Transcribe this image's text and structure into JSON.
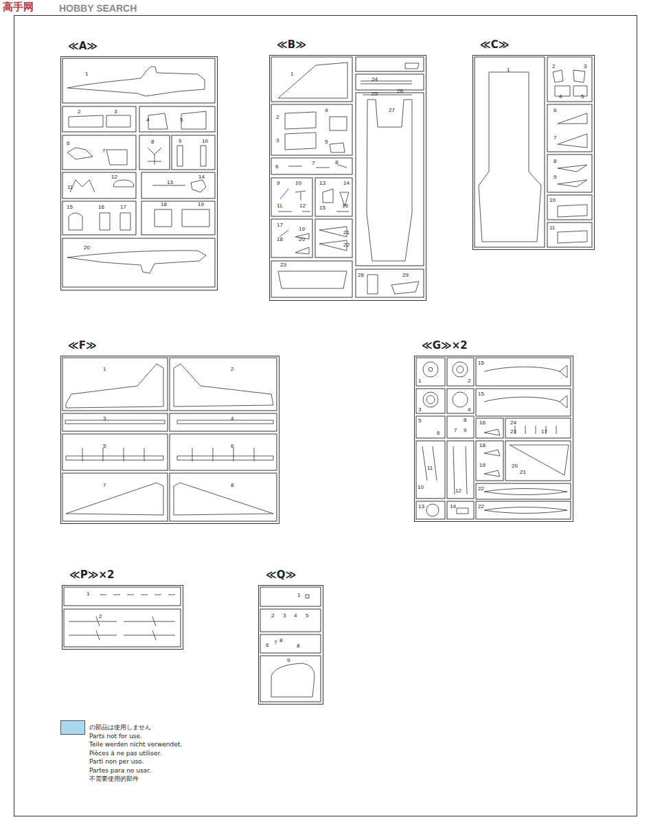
{
  "diagram": {
    "nodes": [
      {
        "text": [
          "≪A≫"
        ]
      },
      {
        "text": [
          "≪B≫"
        ]
      },
      {
        "text": [
          "≪C≫"
        ]
      },
      {
        "text": [
          "≪F≫"
        ]
      },
      {
        "text": [
          "≪G≫×2"
        ]
      },
      {
        "text": [
          "≪P≫×2"
        ]
      },
      {
        "text": [
          "≪Q≫"
        ]
      }
    ],
    "labels": [
      "HOBBY SEARCH",
      "高手网",
      "1",
      "2",
      "3",
      "4",
      "5",
      "6",
      "7",
      "8",
      "9",
      "10",
      "11",
      "12",
      "13",
      "14",
      "15",
      "16",
      "17",
      "18",
      "19",
      "20",
      "1",
      "2",
      "3",
      "4",
      "5",
      "6",
      "7",
      "8",
      "9",
      "10",
      "11",
      "12",
      "13",
      "14",
      "15",
      "16",
      "17",
      "18",
      "19",
      "20",
      "21",
      "22",
      "23",
      "24",
      "25",
      "26",
      "27",
      "28",
      "29",
      "1",
      "2",
      "3",
      "4",
      "5",
      "6",
      "7",
      "8",
      "9",
      "10",
      "11",
      "1",
      "2",
      "3",
      "4",
      "5",
      "6",
      "7",
      "8",
      "1",
      "2",
      "3",
      "4",
      "5",
      "6",
      "8",
      "7",
      "9",
      "15",
      "15",
      "16",
      "24",
      "23",
      "17",
      "10",
      "11",
      "12",
      "18",
      "19",
      "20",
      "21",
      "22",
      "22",
      "13",
      "14",
      "1",
      "2",
      "1",
      "2",
      "3",
      "4",
      "5",
      "6",
      "7",
      "8",
      "8",
      "9"
    ],
    "legend": [
      {
        "text": "の部品は使用しません",
        "color": "#a9d8ef"
      },
      {
        "text": "Parts not for use."
      },
      {
        "text": "Teile werden nicht verwendet."
      },
      {
        "text": "Pièces á ne pas utiliser."
      },
      {
        "text": "Parti non per uso."
      },
      {
        "text": "Partes para no usar."
      },
      {
        "text": "不需要使用的部件"
      }
    ]
  }
}
